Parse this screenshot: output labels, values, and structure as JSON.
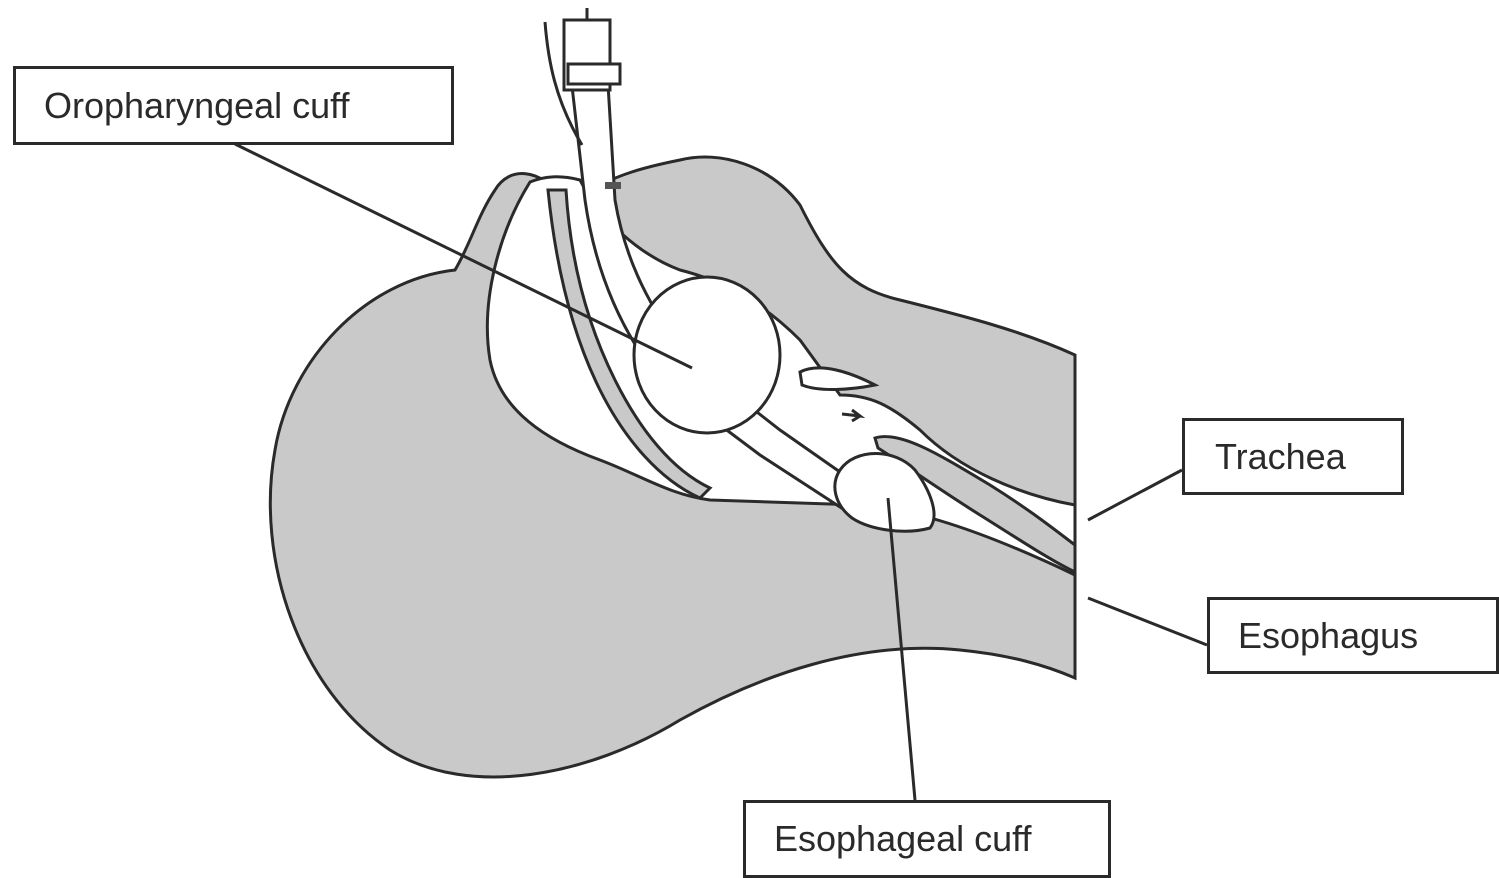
{
  "labels": {
    "oropharyngeal_cuff": "Oropharyngeal cuff",
    "trachea": "Trachea",
    "esophagus": "Esophagus",
    "esophageal_cuff": "Esophageal cuff"
  },
  "colors": {
    "tissue_fill": "#c9c9c9",
    "outline": "#2a2a2a",
    "background": "#ffffff"
  }
}
